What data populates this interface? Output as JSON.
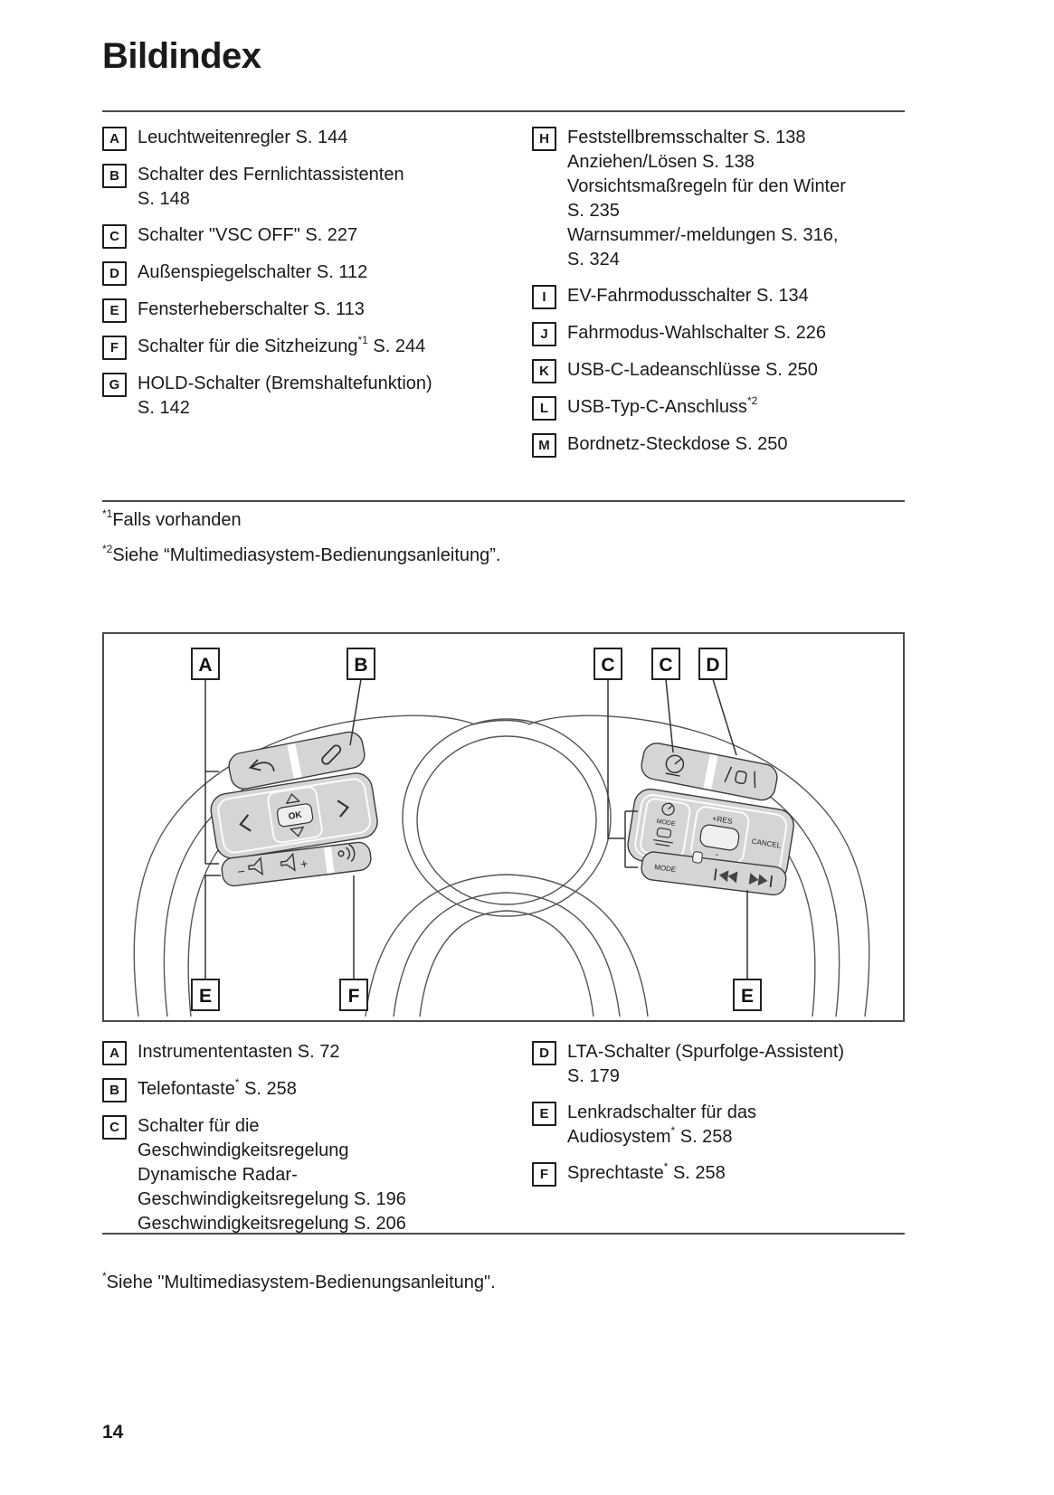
{
  "page": {
    "title": "Bildindex",
    "number": "14"
  },
  "top_index": {
    "left": [
      {
        "key": "A",
        "lines": [
          {
            "pre": "Leuchtweitenregler S. 144"
          }
        ]
      },
      {
        "key": "B",
        "lines": [
          {
            "pre": "Schalter des Fernlichtassistenten"
          },
          {
            "pre": "S. 148"
          }
        ]
      },
      {
        "key": "C",
        "lines": [
          {
            "pre": "Schalter \"VSC OFF\" S. 227"
          }
        ]
      },
      {
        "key": "D",
        "lines": [
          {
            "pre": "Außenspiegelschalter S. 112"
          }
        ]
      },
      {
        "key": "E",
        "lines": [
          {
            "pre": "Fensterheberschalter S. 113"
          }
        ]
      },
      {
        "key": "F",
        "lines": [
          {
            "pre": "Schalter für die Sitzheizung",
            "sup": "*1",
            "post": " S. 244"
          }
        ]
      },
      {
        "key": "G",
        "lines": [
          {
            "pre": "HOLD-Schalter (Bremshaltefunktion)"
          },
          {
            "pre": "S. 142"
          }
        ]
      }
    ],
    "right": [
      {
        "key": "H",
        "lines": [
          {
            "pre": "Feststellbremsschalter S. 138"
          },
          {
            "pre": "Anziehen/Lösen S. 138"
          },
          {
            "pre": "Vorsichtsmaßregeln für den Winter"
          },
          {
            "pre": "S. 235"
          },
          {
            "pre": "Warnsummer/-meldungen S. 316,"
          },
          {
            "pre": "S. 324"
          }
        ]
      },
      {
        "key": "I",
        "lines": [
          {
            "pre": "EV-Fahrmodusschalter S. 134"
          }
        ]
      },
      {
        "key": "J",
        "lines": [
          {
            "pre": "Fahrmodus-Wahlschalter S. 226"
          }
        ]
      },
      {
        "key": "K",
        "lines": [
          {
            "pre": "USB-C-Ladeanschlüsse S. 250"
          }
        ]
      },
      {
        "key": "L",
        "lines": [
          {
            "pre": "USB-Typ-C-Anschluss",
            "sup": "*2",
            "post": ""
          }
        ]
      },
      {
        "key": "M",
        "lines": [
          {
            "pre": "Bordnetz-Steckdose S. 250"
          }
        ]
      }
    ]
  },
  "footnotes": [
    {
      "sup": "*1",
      "text": "Falls vorhanden"
    },
    {
      "sup": "*2",
      "text": "Siehe “Multimediasystem-Bedienungsanleitung”."
    },
    {
      "sup": "*",
      "text": "Siehe \"Multimediasystem-Bedienungsanleitung\"."
    }
  ],
  "diagram": {
    "labels_top": [
      "A",
      "B",
      "C",
      "C",
      "D"
    ],
    "labels_bottom": [
      "E",
      "F",
      "E"
    ],
    "ok": "OK",
    "mode": "MODE",
    "res": "+RES",
    "set_minus": "-",
    "cancel": "CANCEL",
    "mode2": "MODE",
    "vol_minus": "−",
    "vol_plus": "+",
    "icons": [
      "back-icon",
      "phone-icon",
      "ok-button",
      "volume-down-icon",
      "volume-up-icon",
      "voice-icon",
      "cruise-control-icon",
      "lane-assist-icon",
      "gauge-icon",
      "distance-icon",
      "seek-back-icon",
      "seek-forward-icon"
    ],
    "line_color": "#4a4a4a",
    "pod_fill": "#d5d5d5"
  },
  "bottom_index": {
    "left": [
      {
        "key": "A",
        "lines": [
          {
            "pre": "Instrumententasten S. 72"
          }
        ]
      },
      {
        "key": "B",
        "lines": [
          {
            "pre": "Telefontaste",
            "sup": "*",
            "post": " S. 258"
          }
        ]
      },
      {
        "key": "C",
        "lines": [
          {
            "pre": "Schalter für die"
          },
          {
            "pre": "Geschwindigkeitsregelung"
          },
          {
            "pre": "Dynamische Radar-"
          },
          {
            "pre": "Geschwindigkeitsregelung S. 196"
          },
          {
            "pre": "Geschwindigkeitsregelung S. 206"
          }
        ]
      }
    ],
    "right": [
      {
        "key": "D",
        "lines": [
          {
            "pre": "LTA-Schalter (Spurfolge-Assistent)"
          },
          {
            "pre": "S. 179"
          }
        ]
      },
      {
        "key": "E",
        "lines": [
          {
            "pre": "Lenkradschalter für das"
          },
          {
            "pre": "Audiosystem",
            "sup": "*",
            "post": " S. 258"
          }
        ]
      },
      {
        "key": "F",
        "lines": [
          {
            "pre": "Sprechtaste",
            "sup": "*",
            "post": " S. 258"
          }
        ]
      }
    ]
  }
}
